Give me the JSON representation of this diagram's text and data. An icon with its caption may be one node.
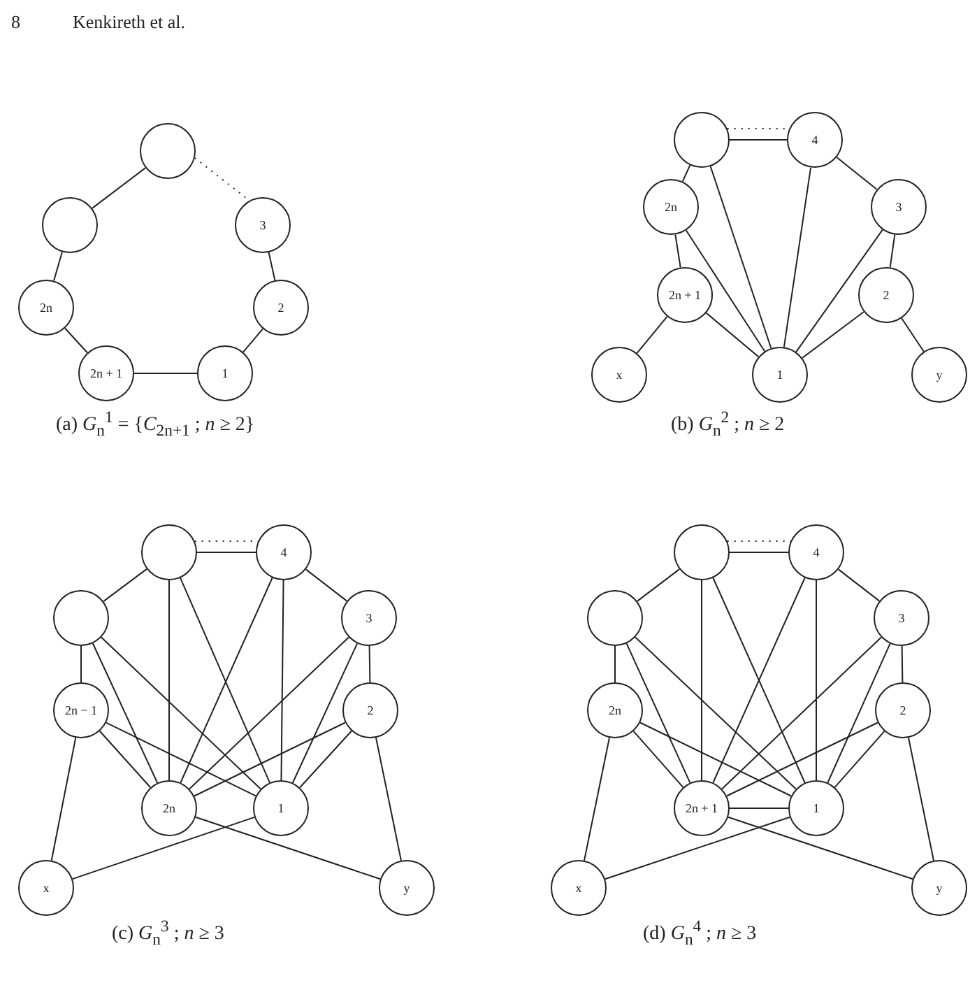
{
  "diagram": {
    "nodes": [
      {
        "text": [],
        "shape": "circle"
      },
      {
        "text": [],
        "shape": "circle"
      },
      {
        "text": [
          "3"
        ]
      },
      {
        "text": [
          "2n"
        ]
      },
      {
        "text": [
          "2"
        ]
      },
      {
        "text": [
          "2n + 1"
        ]
      },
      {
        "text": [
          "1"
        ]
      },
      {
        "text": [],
        "shape": "circle"
      },
      {
        "text": [
          "4"
        ]
      },
      {
        "text": [
          "2n"
        ]
      },
      {
        "text": [
          "3"
        ]
      },
      {
        "text": [
          "2n + 1"
        ]
      },
      {
        "text": [
          "2"
        ]
      },
      {
        "text": [
          "x"
        ]
      },
      {
        "text": [
          "1"
        ]
      },
      {
        "text": [
          "y"
        ]
      },
      {
        "text": [],
        "shape": "circle"
      },
      {
        "text": [
          "4"
        ]
      },
      {
        "text": [],
        "shape": "circle"
      },
      {
        "text": [
          "3"
        ]
      },
      {
        "text": [
          "2n − 1"
        ]
      },
      {
        "text": [
          "2"
        ]
      },
      {
        "text": [
          "2n"
        ]
      },
      {
        "text": [
          "1"
        ]
      },
      {
        "text": [
          "x"
        ]
      },
      {
        "text": [
          "y"
        ]
      },
      {
        "text": [],
        "shape": "circle"
      },
      {
        "text": [
          "4"
        ]
      },
      {
        "text": [],
        "shape": "circle"
      },
      {
        "text": [
          "3"
        ]
      },
      {
        "text": [
          "2n"
        ]
      },
      {
        "text": [
          "2"
        ]
      },
      {
        "text": [
          "2n + 1"
        ]
      },
      {
        "text": [
          "1"
        ]
      },
      {
        "text": [
          "x"
        ]
      },
      {
        "text": [
          "y"
        ]
      }
    ],
    "edges": [
      {
        "from": 0,
        "to": 1,
        "arrow": "none"
      },
      {
        "from": 0,
        "to": 2,
        "arrow": "none",
        "style": "dashed"
      },
      {
        "from": 1,
        "to": 3,
        "arrow": "none"
      },
      {
        "from": 2,
        "to": 4,
        "arrow": "none"
      },
      {
        "from": 3,
        "to": 5,
        "arrow": "none"
      },
      {
        "from": 4,
        "to": 6,
        "arrow": "none"
      },
      {
        "from": 5,
        "to": 6,
        "arrow": "none"
      },
      {
        "from": 7,
        "to": 8,
        "arrow": "none",
        "style": "dashed"
      },
      {
        "from": 7,
        "to": 8,
        "arrow": "none"
      },
      {
        "from": 7,
        "to": 9,
        "arrow": "none"
      },
      {
        "from": 7,
        "to": 14,
        "arrow": "none"
      },
      {
        "from": 8,
        "to": 10,
        "arrow": "none"
      },
      {
        "from": 8,
        "to": 14,
        "arrow": "none"
      },
      {
        "from": 9,
        "to": 11,
        "arrow": "none"
      },
      {
        "from": 9,
        "to": 14,
        "arrow": "none"
      },
      {
        "from": 10,
        "to": 12,
        "arrow": "none"
      },
      {
        "from": 10,
        "to": 14,
        "arrow": "none"
      },
      {
        "from": 11,
        "to": 14,
        "arrow": "none"
      },
      {
        "from": 11,
        "to": 13,
        "arrow": "none"
      },
      {
        "from": 12,
        "to": 14,
        "arrow": "none"
      },
      {
        "from": 12,
        "to": 15,
        "arrow": "none"
      },
      {
        "from": 16,
        "to": 17,
        "arrow": "none",
        "style": "dashed"
      },
      {
        "from": 16,
        "to": 17,
        "arrow": "none"
      },
      {
        "from": 16,
        "to": 18,
        "arrow": "none"
      },
      {
        "from": 17,
        "to": 19,
        "arrow": "none"
      },
      {
        "from": 16,
        "to": 22,
        "arrow": "none"
      },
      {
        "from": 16,
        "to": 23,
        "arrow": "none"
      },
      {
        "from": 17,
        "to": 22,
        "arrow": "none"
      },
      {
        "from": 17,
        "to": 23,
        "arrow": "none"
      },
      {
        "from": 18,
        "to": 20,
        "arrow": "none"
      },
      {
        "from": 18,
        "to": 22,
        "arrow": "none"
      },
      {
        "from": 18,
        "to": 23,
        "arrow": "none"
      },
      {
        "from": 19,
        "to": 21,
        "arrow": "none"
      },
      {
        "from": 19,
        "to": 22,
        "arrow": "none"
      },
      {
        "from": 19,
        "to": 23,
        "arrow": "none"
      },
      {
        "from": 20,
        "to": 22,
        "arrow": "none"
      },
      {
        "from": 20,
        "to": 23,
        "arrow": "none"
      },
      {
        "from": 20,
        "to": 24,
        "arrow": "none"
      },
      {
        "from": 21,
        "to": 22,
        "arrow": "none"
      },
      {
        "from": 21,
        "to": 23,
        "arrow": "none"
      },
      {
        "from": 21,
        "to": 25,
        "arrow": "none"
      },
      {
        "from": 22,
        "to": 25,
        "arrow": "none"
      },
      {
        "from": 23,
        "to": 24,
        "arrow": "none"
      },
      {
        "from": 26,
        "to": 27,
        "arrow": "none",
        "style": "dashed"
      },
      {
        "from": 26,
        "to": 27,
        "arrow": "none"
      },
      {
        "from": 26,
        "to": 28,
        "arrow": "none"
      },
      {
        "from": 27,
        "to": 29,
        "arrow": "none"
      },
      {
        "from": 26,
        "to": 32,
        "arrow": "none"
      },
      {
        "from": 26,
        "to": 33,
        "arrow": "none"
      },
      {
        "from": 27,
        "to": 32,
        "arrow": "none"
      },
      {
        "from": 27,
        "to": 33,
        "arrow": "none"
      },
      {
        "from": 28,
        "to": 30,
        "arrow": "none"
      },
      {
        "from": 28,
        "to": 32,
        "arrow": "none"
      },
      {
        "from": 28,
        "to": 33,
        "arrow": "none"
      },
      {
        "from": 29,
        "to": 31,
        "arrow": "none"
      },
      {
        "from": 29,
        "to": 32,
        "arrow": "none"
      },
      {
        "from": 29,
        "to": 33,
        "arrow": "none"
      },
      {
        "from": 30,
        "to": 32,
        "arrow": "none"
      },
      {
        "from": 30,
        "to": 33,
        "arrow": "none"
      },
      {
        "from": 30,
        "to": 34,
        "arrow": "none"
      },
      {
        "from": 31,
        "to": 32,
        "arrow": "none"
      },
      {
        "from": 31,
        "to": 33,
        "arrow": "none"
      },
      {
        "from": 31,
        "to": 35,
        "arrow": "none"
      },
      {
        "from": 32,
        "to": 35,
        "arrow": "none"
      },
      {
        "from": 33,
        "to": 34,
        "arrow": "none"
      },
      {
        "from": 32,
        "to": 33,
        "arrow": "none"
      }
    ],
    "labels": [
      "8",
      "Kenkireth et al.",
      "(a) *G*$_{n}$$^{1}$ = {*C*$_{2n+1}$ ; *n* ≥ 2}",
      "(b) *G*$_{n}$$^{2}$ ; *n* ≥ 2",
      "(c) *G*$_{n}$$^{3}$ ; *n* ≥ 3",
      "(d) *G*$_{n}$$^{4}$ ; *n* ≥ 3"
    ]
  }
}
